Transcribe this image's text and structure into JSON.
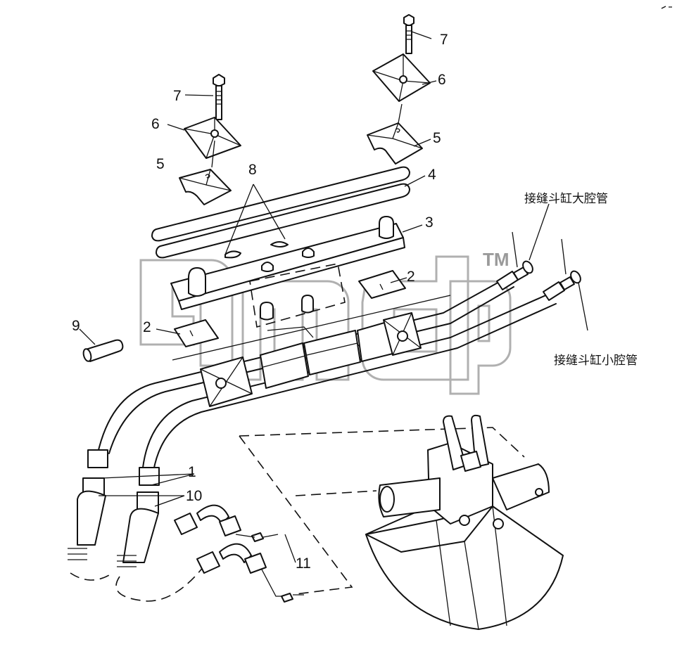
{
  "labels": {
    "l1": "1",
    "l2a": "2",
    "l2b": "2",
    "l3": "3",
    "l4": "4",
    "l5a": "5",
    "l5b": "5",
    "l6a": "6",
    "l6b": "6",
    "l7a": "7",
    "l7b": "7",
    "l8": "8",
    "l9": "9",
    "l10": "10",
    "l11": "11"
  },
  "annotations": {
    "large_chamber": "接缝斗缸大腔管",
    "small_chamber": "接缝斗缸小腔管"
  },
  "watermark": {
    "trademark": "TM"
  }
}
